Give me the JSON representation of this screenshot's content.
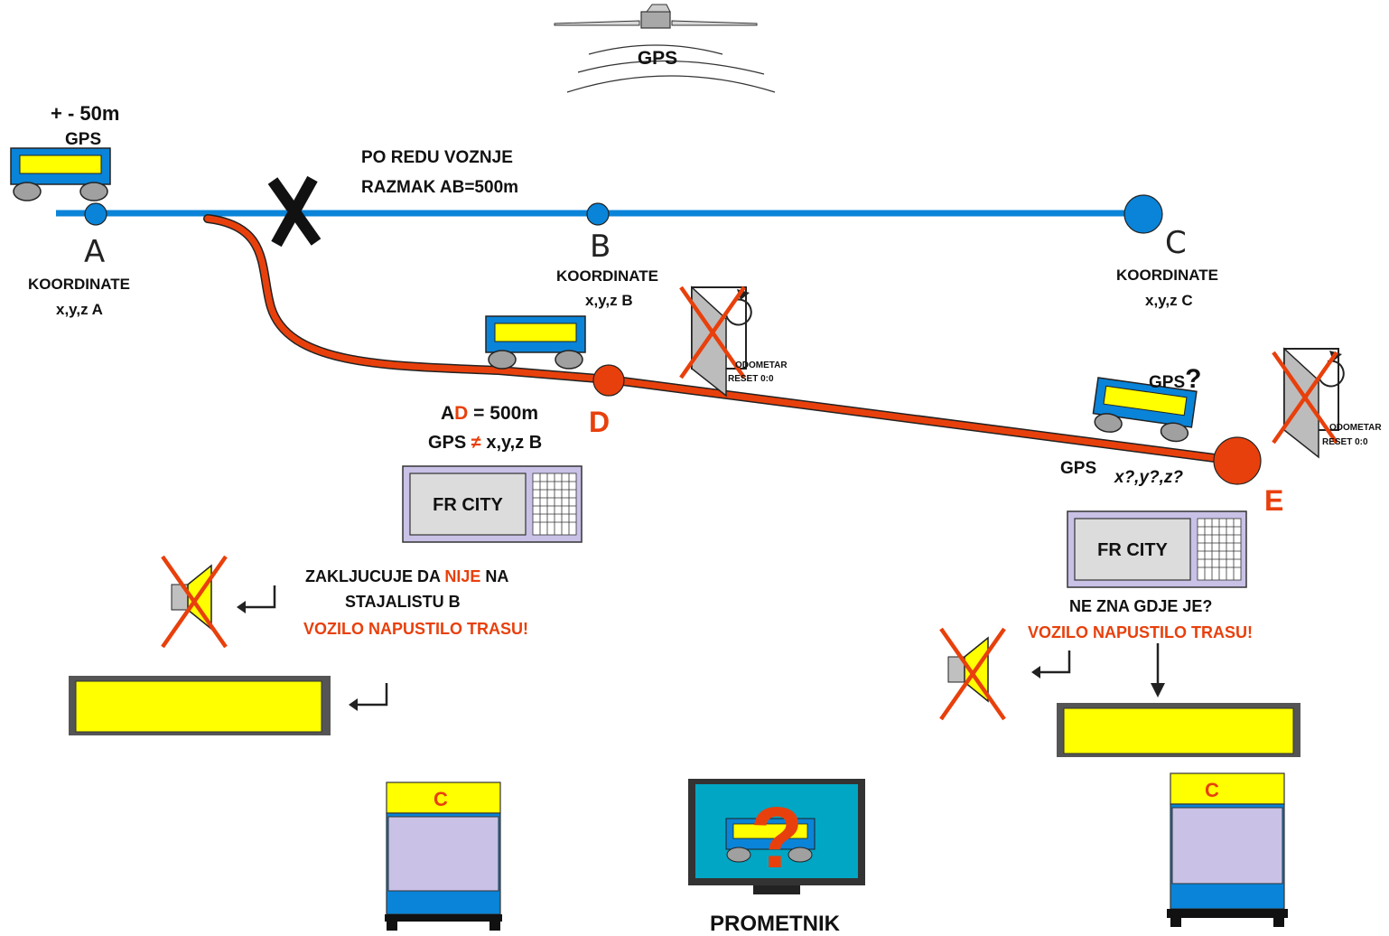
{
  "satellite": {
    "label": "GPS",
    "icon": "satellite-icon"
  },
  "vehicle_a": {
    "tolerance": "+ - 50m",
    "gps": "GPS"
  },
  "schedule": {
    "line1": "PO REDU VOZNJE",
    "line2": "RAZMAK AB=500m"
  },
  "stops": {
    "a": {
      "letter": "A",
      "coord_title": "KOORDINATE",
      "coord_value": "x,y,z A"
    },
    "b": {
      "letter": "B",
      "coord_title": "KOORDINATE",
      "coord_value": "x,y,z B"
    },
    "c": {
      "letter": "C",
      "coord_title": "KOORDINATE",
      "coord_value": "x,y,z C"
    },
    "d": {
      "letter": "D"
    },
    "e": {
      "letter": "E"
    }
  },
  "odometer": {
    "line1": "ODOMETAR",
    "line2": "RESET  0:0",
    "icon": "odometer-icon"
  },
  "point_d": {
    "distance_pre": "A",
    "distance_hl": "D",
    "distance_post": " = 500m",
    "gps_pre": "GPS ",
    "gps_neq": "≠",
    "gps_post": " x,y,z B"
  },
  "device_d": {
    "label": "FR CITY",
    "icon": "onboard-computer-icon"
  },
  "device_e": {
    "label": "FR CITY",
    "icon": "onboard-computer-icon"
  },
  "conclusion_d": {
    "line1_pre": "ZAKLJUCUJE DA ",
    "line1_hl": "NIJE",
    "line1_post": " NA",
    "line2": "STAJALISTU B",
    "line3": "VOZILO NAPUSTILO TRASU!"
  },
  "point_e": {
    "gps_q": "GPS",
    "q_mark": "?",
    "gps_label": "GPS",
    "gps_value": "x?,y?,z?"
  },
  "conclusion_e": {
    "line1": "NE ZNA GDJE JE?",
    "line2": "VOZILO NAPUSTILO TRASU!"
  },
  "stop_display": {
    "letter": "C",
    "icon": "stop-display-icon"
  },
  "dispatcher": {
    "label": "PROMETNIK",
    "q": "?",
    "icon": "monitor-icon"
  },
  "colors": {
    "route": "#0a84d8",
    "deviation": "#e8400c",
    "vehicle_body": "#0a84d8",
    "display_yellow": "#ffff00",
    "device_lilac": "#c9c1e6",
    "monitor_screen": "#00a6c4",
    "highlight": "#e8400c"
  }
}
